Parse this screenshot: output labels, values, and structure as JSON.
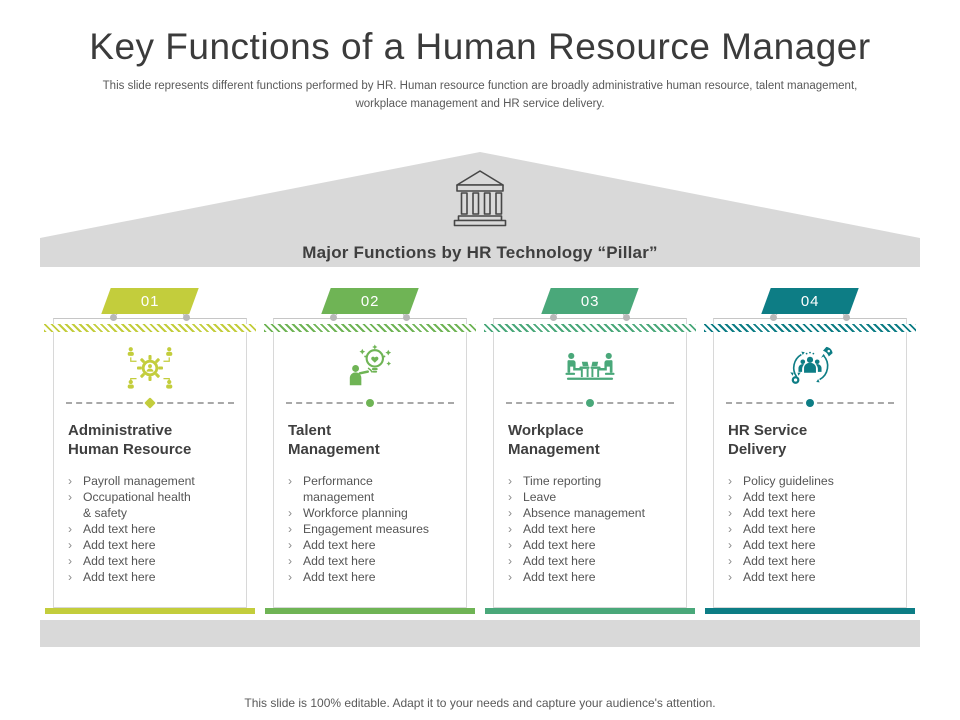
{
  "slide": {
    "title": "Key Functions of a Human Resource Manager",
    "subtitle": "This slide represents different functions performed by HR. Human resource function are broadly administrative human resource, talent management, workplace management and HR service delivery.",
    "banner": "Major Functions by HR Technology “Pillar”",
    "footer": "This slide is 100% editable. Adapt it to your needs and capture your audience's attention.",
    "bullet_char": "›"
  },
  "colors": {
    "col1_accent": "#c3cd3c",
    "col2_accent": "#6fb455",
    "col3_accent": "#4aa87a",
    "col4_accent": "#0d7d85",
    "band_gray": "#d9d9d9",
    "heading_text": "#3f3f3f",
    "body_text": "#595959"
  },
  "columns": [
    {
      "number": "01",
      "color": "#c3cd3c",
      "icon": "org-gear-icon",
      "heading": "Administrative\nHuman Resource",
      "items": [
        "Payroll management",
        "Occupational health\n& safety",
        "Add text here",
        "Add text here",
        "Add text here",
        "Add text here"
      ]
    },
    {
      "number": "02",
      "color": "#6fb455",
      "icon": "talent-idea-icon",
      "heading": "Talent\nManagement",
      "items": [
        "Performance\nmanagement",
        "Workforce planning",
        "Engagement measures",
        "Add text here",
        "Add text here",
        "Add text here"
      ]
    },
    {
      "number": "03",
      "color": "#4aa87a",
      "icon": "workplace-desks-icon",
      "heading": "Workplace\nManagement",
      "items": [
        "Time reporting",
        "Leave",
        "Absence management",
        "Add text here",
        "Add text here",
        "Add text here",
        "Add text here"
      ]
    },
    {
      "number": "04",
      "color": "#0d7d85",
      "icon": "people-rocket-icon",
      "heading": "HR Service\nDelivery",
      "items": [
        "Policy guidelines",
        "Add text here",
        "Add text here",
        "Add text here",
        "Add text here",
        "Add text here",
        "Add text here"
      ]
    }
  ]
}
